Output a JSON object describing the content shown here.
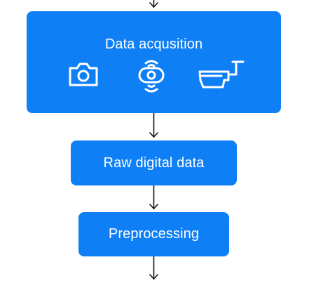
{
  "diagram": {
    "nodes": [
      {
        "id": "acquisition",
        "label": "Data acqusition",
        "icons": [
          "camera-icon",
          "webcam-icon",
          "security-camera-icon"
        ]
      },
      {
        "id": "raw",
        "label": "Raw digital data"
      },
      {
        "id": "preprocessing",
        "label": "Preprocessing"
      }
    ],
    "edges": [
      {
        "from": "",
        "to": "acquisition"
      },
      {
        "from": "acquisition",
        "to": "raw"
      },
      {
        "from": "raw",
        "to": "preprocessing"
      },
      {
        "from": "preprocessing",
        "to": ""
      }
    ]
  },
  "colors": {
    "node_fill": "#0f7ff5",
    "node_text": "#ffffff",
    "arrow": "#111111"
  }
}
